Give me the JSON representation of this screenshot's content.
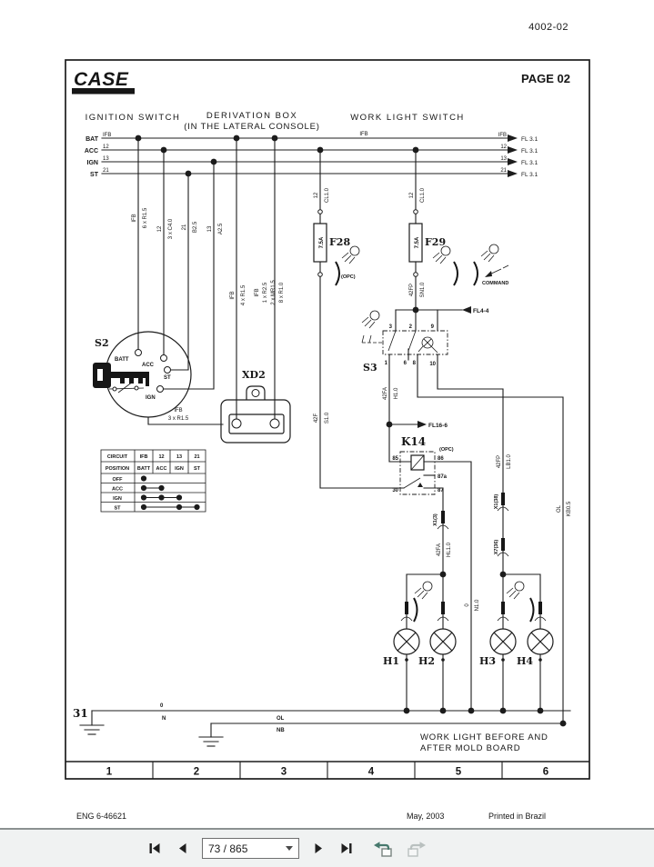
{
  "doc": {
    "code": "4002-02",
    "brand": "CASE",
    "page_label": "PAGE 02",
    "footer_left": "ENG 6-46621",
    "footer_date": "May, 2003",
    "footer_right": "Printed in Brazil",
    "caption1": "WORK LIGHT BEFORE AND",
    "caption2": "AFTER MOLD BOARD",
    "zones": [
      "1",
      "2",
      "3",
      "4",
      "5",
      "6"
    ]
  },
  "headers": {
    "ignition": "IGNITION SWITCH",
    "derivation_line1": "DERIVATION BOX",
    "derivation_line2": "(IN THE LATERAL CONSOLE)",
    "worklight": "WORK LIGHT SWITCH"
  },
  "buses": [
    {
      "name": "BAT",
      "code": "IFB",
      "mid_code": "IFB",
      "right_code": "IFB",
      "dest": "FL 3.1"
    },
    {
      "name": "ACC",
      "code": "12",
      "right_code": "12",
      "dest": "FL 3.1"
    },
    {
      "name": "IGN",
      "code": "13",
      "right_code": "13",
      "dest": "FL 3.1"
    },
    {
      "name": "ST",
      "code": "21",
      "right_code": "21",
      "dest": "FL 3.1"
    }
  ],
  "wires": {
    "ign_batt": {
      "code": "IFB",
      "size": "6 x R1.5"
    },
    "ign_acc": {
      "code": "12",
      "size": "3 x C4.0"
    },
    "ign_st": {
      "code": "21",
      "size": "B2.5"
    },
    "ign_ign": {
      "code": "13",
      "size": "A2.5"
    },
    "xd2_a": {
      "code": "IFB",
      "size": "4 x R1.5"
    },
    "xd2_b": {
      "code": "IFB",
      "size1": "1 x R2.5",
      "size2": "2 x MR1.5",
      "size3": "8 x R1.0"
    },
    "f28_in": {
      "code": "12",
      "size": "CL1.0"
    },
    "f29_in": {
      "code": "12",
      "size": "CL1.0"
    },
    "f28_out": {
      "code": "42F",
      "size": "S1.0"
    },
    "f29_out": {
      "code": "42FP",
      "size": "SN1.0"
    },
    "s3_t1": {
      "code": "42FA",
      "size": "H1.0"
    },
    "s3_t10": {
      "code": "42FP",
      "size": "LB1.0"
    },
    "k14_87": {
      "code": "42FA",
      "size": "HL1.0"
    },
    "neutral": {
      "code": "0",
      "size": "N1.0"
    },
    "ol": {
      "code": "OL",
      "size": "KB0.5"
    },
    "s2_xd2": {
      "code": "IFB",
      "size": "3 x R1.5"
    },
    "gnd1": {
      "code": "0",
      "size": "N"
    },
    "gnd2": {
      "code": "OL",
      "size": "NB"
    }
  },
  "components": {
    "s2": {
      "ref": "S2",
      "t_batt": "BATT",
      "t_acc": "ACC",
      "t_st": "ST",
      "t_ign": "IGN"
    },
    "xd2": {
      "ref": "XD2"
    },
    "f28": {
      "ref": "F28",
      "rating": "7.5A"
    },
    "f29": {
      "ref": "F29",
      "rating": "7.5A"
    },
    "s3": {
      "ref": "S3",
      "top": [
        "3",
        "2",
        "9"
      ],
      "bottom": [
        "1",
        "6",
        "8",
        "10"
      ]
    },
    "k14": {
      "ref": "K14",
      "note": "(OPC)",
      "t85": "85",
      "t86": "86",
      "t87a": "87a",
      "t87": "87",
      "t30": "30"
    },
    "lamps": [
      "H1",
      "H2",
      "H3",
      "H4"
    ],
    "ground_ref": "31"
  },
  "annotations": {
    "opc_f28": "(OPC)",
    "command": "COMMAND",
    "fl4": "FL4-4",
    "fl16": "FL16-6",
    "x1_38": "X1(38)",
    "x7_36": "X7(36)",
    "x1_3": "X1(3)"
  },
  "table": {
    "header_row": [
      "CIRCUIT",
      "IFB",
      "12",
      "13",
      "21"
    ],
    "position_row": [
      "POSITION",
      "BATT",
      "ACC",
      "IGN",
      "ST"
    ],
    "rows": [
      {
        "label": "OFF",
        "connected": [
          "BATT"
        ]
      },
      {
        "label": "ACC",
        "connected": [
          "BATT",
          "ACC"
        ]
      },
      {
        "label": "IGN",
        "connected": [
          "BATT",
          "ACC",
          "IGN"
        ]
      },
      {
        "label": "ST",
        "connected": [
          "BATT",
          "IGN",
          "ST"
        ]
      }
    ]
  },
  "toolbar": {
    "page_field": "73 / 865"
  }
}
